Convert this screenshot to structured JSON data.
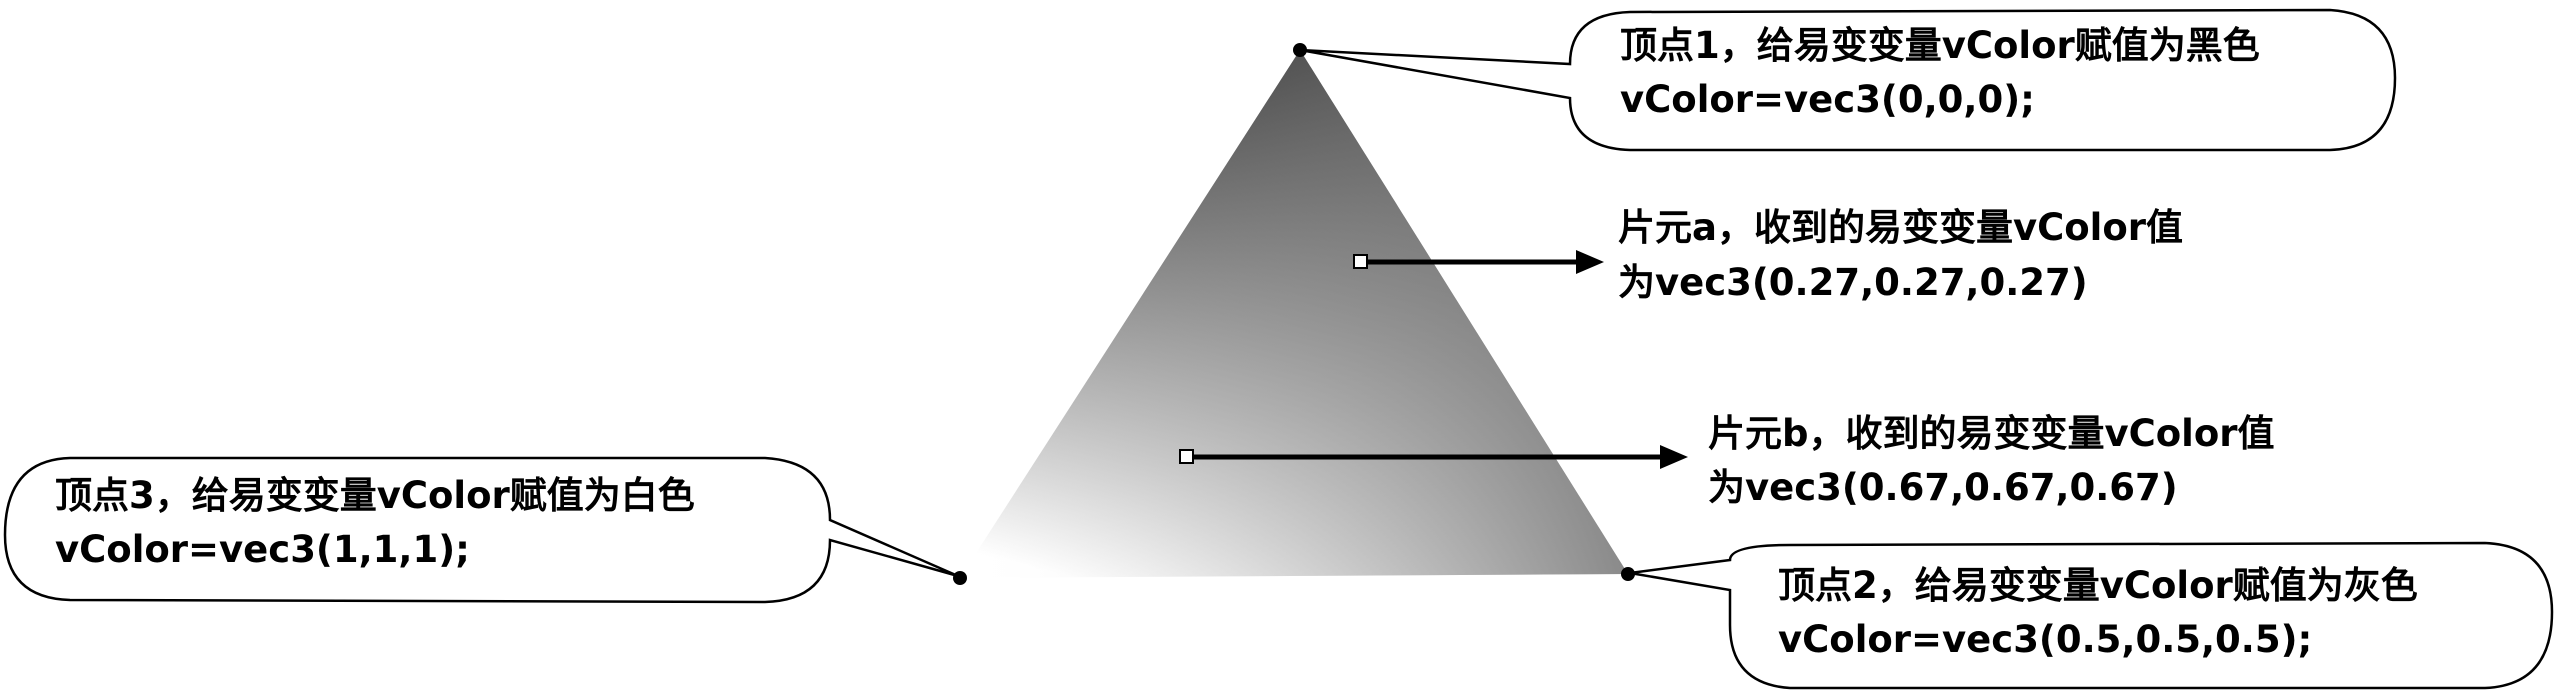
{
  "colors": {
    "vertex1": "#000000",
    "vertex2": "#808080",
    "vertex3": "#ffffff",
    "stroke": "#000000"
  },
  "vertex1": {
    "line1": "顶点1，给易变变量vColor赋值为黑色",
    "line2": "vColor=vec3(0,0,0);"
  },
  "vertex2": {
    "line1": "顶点2，给易变变量vColor赋值为灰色",
    "line2": "vColor=vec3(0.5,0.5,0.5);"
  },
  "vertex3": {
    "line1": "顶点3，给易变变量vColor赋值为白色",
    "line2": "vColor=vec3(1,1,1);"
  },
  "fragment_a": {
    "line1": "片元a，收到的易变变量vColor值",
    "line2": "为vec3(0.27,0.27,0.27)"
  },
  "fragment_b": {
    "line1": "片元b，收到的易变变量vColor值",
    "line2": "为vec3(0.67,0.67,0.67)"
  }
}
